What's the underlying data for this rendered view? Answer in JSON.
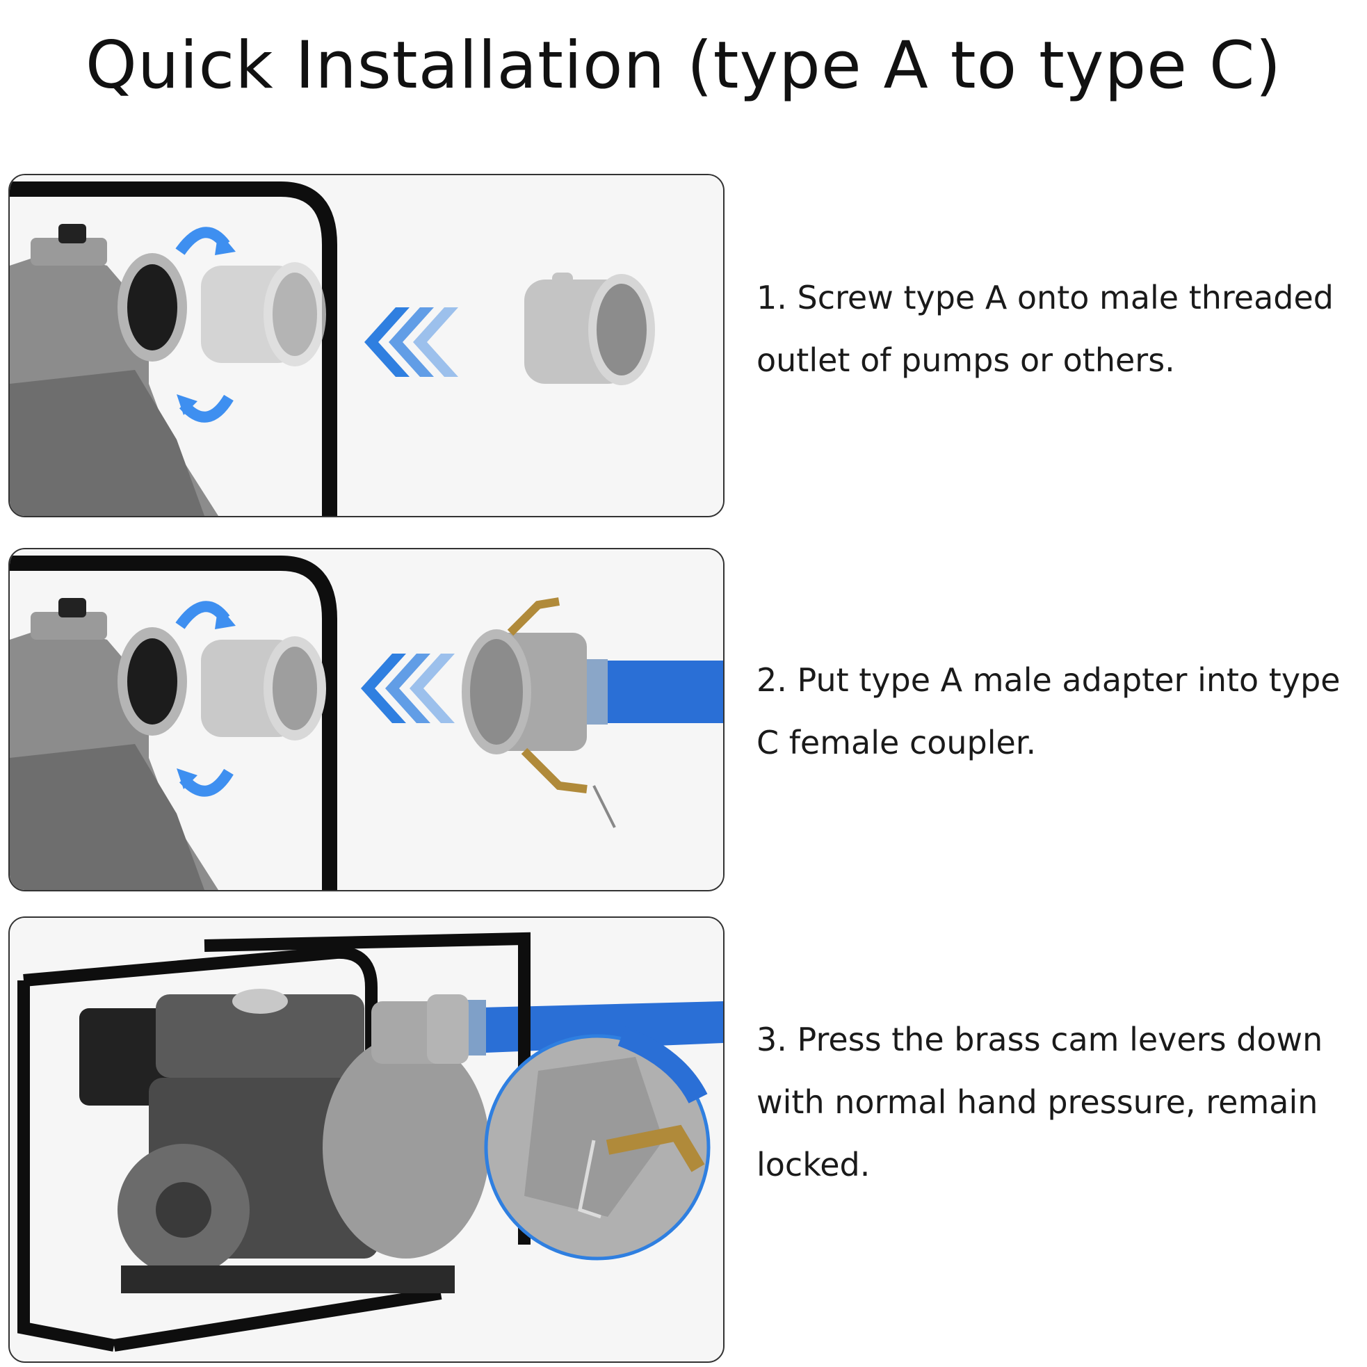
{
  "title": "Quick Installation (type A to type C)",
  "steps": [
    {
      "text": "1. Screw type A onto male threaded outlet of pumps or others."
    },
    {
      "text": "2. Put type A male adapter into type C female coupler."
    },
    {
      "text": "3. Press the brass cam levers down with normal hand pressure, remain locked."
    }
  ],
  "colors": {
    "accent_blue": "#2f7fe0",
    "hose_blue": "#2a6fd6",
    "frame_black": "#0e0e0e",
    "metal_gray": "#a8a8a8",
    "brass": "#b08a3a"
  }
}
